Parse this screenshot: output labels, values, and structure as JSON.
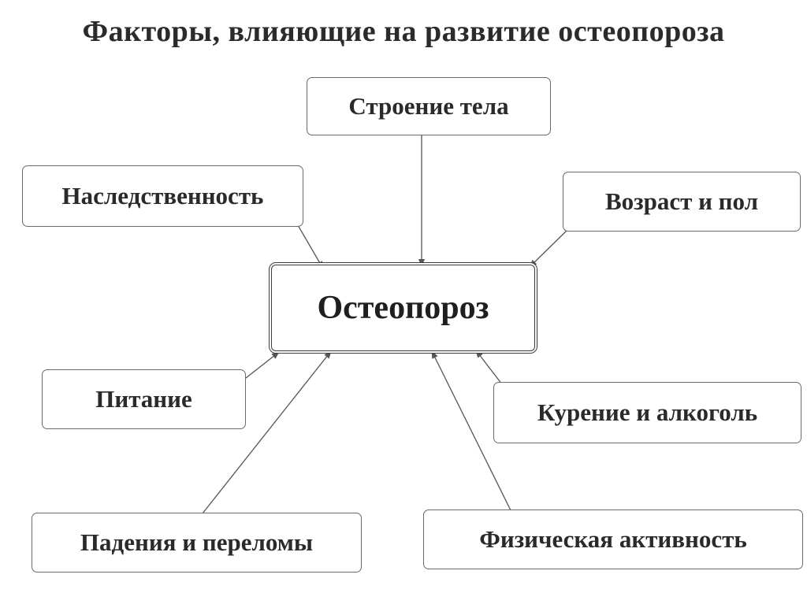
{
  "diagram": {
    "title": "Факторы, влияющие на развитие остеопороза",
    "center": "Остеопороз",
    "factors": {
      "body_build": "Строение тела",
      "heredity": "Наследственность",
      "age_sex": "Возраст и пол",
      "nutrition": "Питание",
      "smoking_alcohol": "Курение и алкоголь",
      "falls_fractures": "Падения и переломы",
      "physical_activity": "Физическая активность"
    },
    "line_color": "#555555"
  }
}
